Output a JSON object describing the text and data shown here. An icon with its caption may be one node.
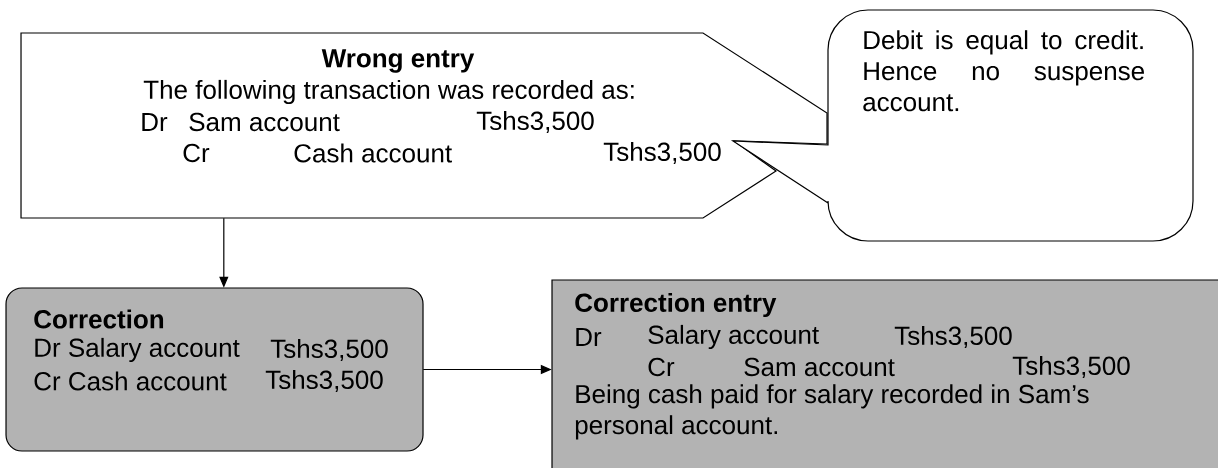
{
  "diagram": {
    "nodes": [
      {
        "text": [
          "Wrong entry",
          "The following transaction was recorded as:",
          "Dr",
          "Sam account",
          "Tshs3,500",
          "Cr",
          "Cash account",
          "Tshs3,500"
        ]
      },
      {
        "text": [
          "Debit is equal to credit. Hence no suspense account."
        ]
      },
      {
        "text": [
          "Correction",
          "Dr Salary account",
          "Tshs3,500",
          "Cr Cash account",
          "Tshs3,500"
        ]
      },
      {
        "text": [
          "Correction entry",
          "Dr",
          "Salary account",
          "Tshs3,500",
          "Cr",
          "Sam account",
          "Tshs3,500",
          "Being cash paid for salary recorded in Sam’s personal account."
        ]
      }
    ],
    "edges": [
      {
        "from": 0,
        "to": 2,
        "arrow": "to"
      },
      {
        "from": 2,
        "to": 3,
        "arrow": "to"
      }
    ]
  }
}
